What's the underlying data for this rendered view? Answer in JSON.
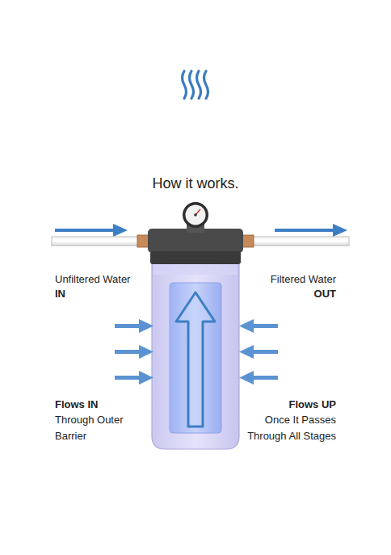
{
  "diagram": {
    "title": "How it works.",
    "labels": [
      "Unfiltered Water",
      "IN",
      "Filtered Water",
      "OUT",
      "Flows IN",
      "Through Outer Barrier",
      "Flows UP",
      "Once It Passes Through All Stages"
    ]
  }
}
